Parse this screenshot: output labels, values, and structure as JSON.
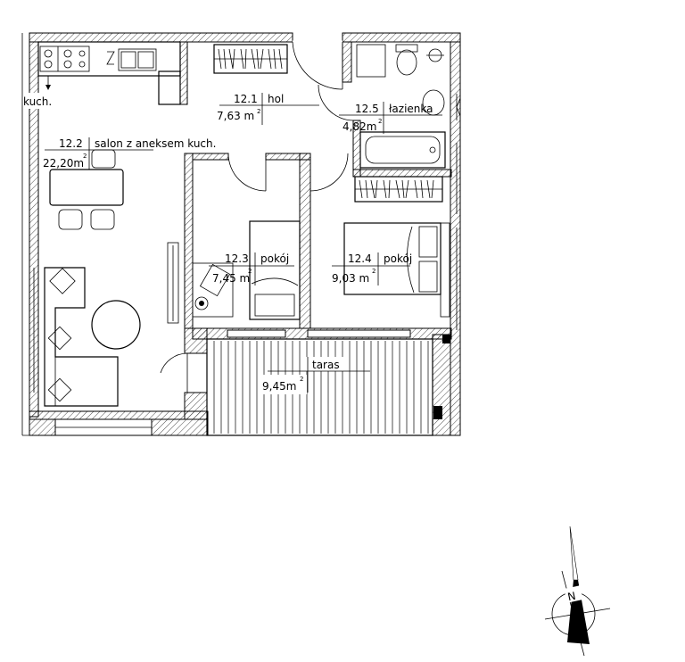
{
  "rooms": [
    {
      "id": "12.1",
      "name": "hol",
      "area": "7,63 m",
      "sup": "2"
    },
    {
      "id": "12.2",
      "name": "salon z aneksem kuch.",
      "area": "22,20m",
      "sup": "2"
    },
    {
      "id": "12.3",
      "name": "pokój",
      "area": "7,45 m",
      "sup": "2"
    },
    {
      "id": "12.4",
      "name": "pokój",
      "area": "9,03 m",
      "sup": "2"
    },
    {
      "id": "12.5",
      "name": "łazienka",
      "area": "4,82m",
      "sup": "2"
    },
    {
      "name": "taras",
      "area": "9,45m",
      "sup": "2"
    }
  ],
  "fragment_label": "kuch.",
  "compass": {
    "letter": "N"
  }
}
